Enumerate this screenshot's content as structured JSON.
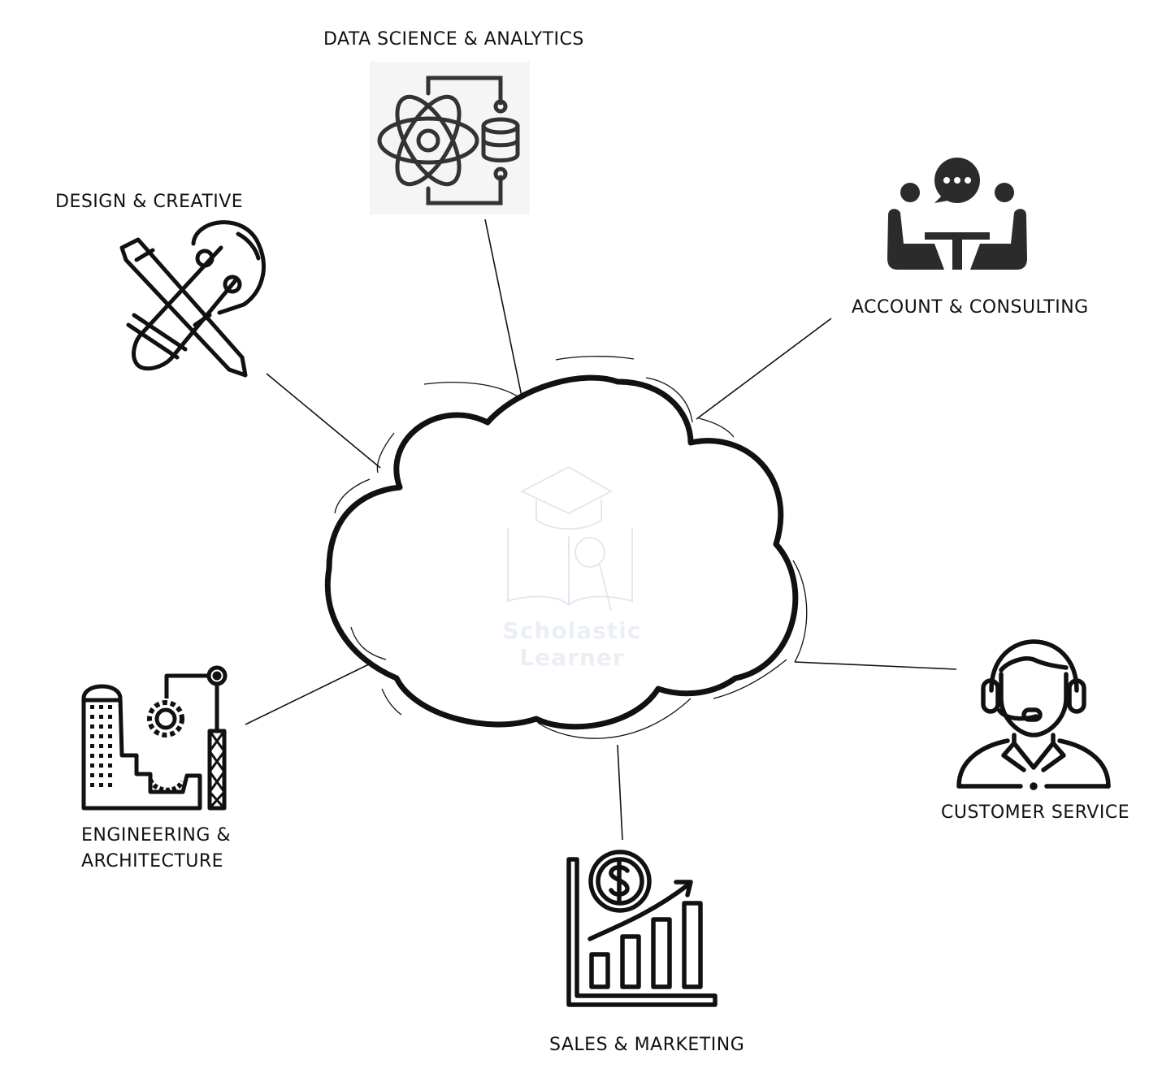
{
  "center": {
    "watermark_text": "Scholastic Learner",
    "watermark_icon": "graduation-book-icon"
  },
  "nodes": [
    {
      "id": "data-science",
      "label": "DATA SCIENCE & ANALYTICS",
      "icon": "atom-database-icon"
    },
    {
      "id": "design",
      "label": "DESIGN & CREATIVE",
      "icon": "pencil-lightbulb-icon"
    },
    {
      "id": "account",
      "label": "ACCOUNT & CONSULTING",
      "icon": "meeting-chat-icon"
    },
    {
      "id": "customer",
      "label": "CUSTOMER SERVICE",
      "icon": "headset-agent-icon"
    },
    {
      "id": "engineering",
      "label_line1": "ENGINEERING &",
      "label_line2": "ARCHITECTURE",
      "icon": "building-crane-icon"
    },
    {
      "id": "sales",
      "label": "SALES & MARKETING",
      "icon": "dollar-growth-chart-icon"
    }
  ],
  "colors": {
    "stroke": "#111111",
    "icon_fill": "#2b2b2b",
    "watermark": "#dfe6ef"
  }
}
